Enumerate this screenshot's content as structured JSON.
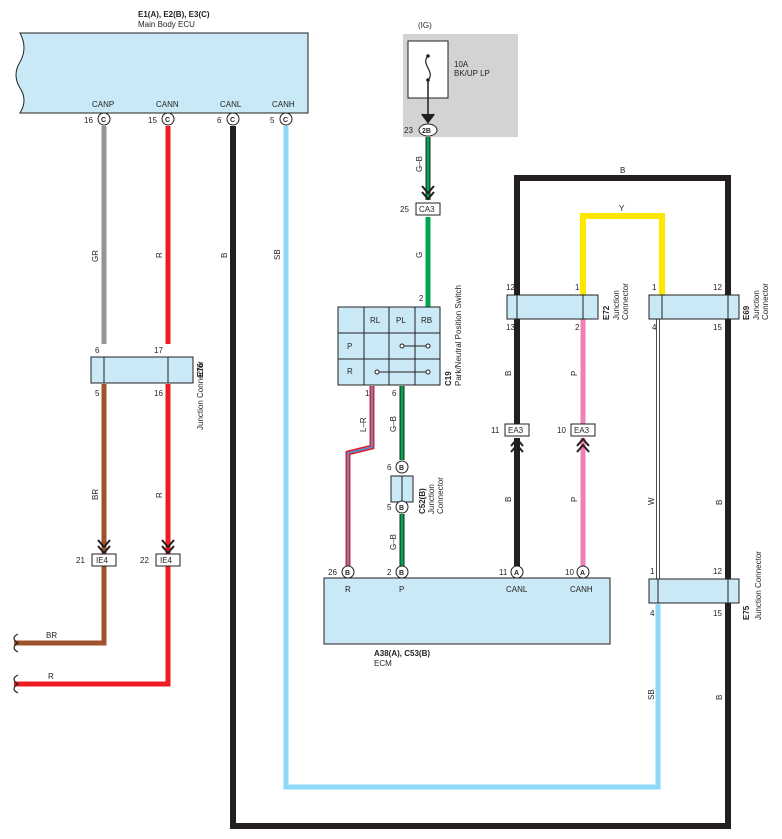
{
  "components": {
    "main_body_ecu": {
      "code": "E1(A), E2(B), E3(C)",
      "name": "Main Body ECU",
      "terminals": {
        "canp": "CANP",
        "cann": "CANN",
        "canl": "CANL",
        "canh": "CANH"
      },
      "pins": {
        "canp": "16",
        "cann": "15",
        "canl": "6",
        "canh": "5"
      },
      "connector": "C"
    },
    "ig": {
      "label": "(IG)",
      "fuse_rating": "10A",
      "fuse_name": "BK/UP LP",
      "pin": "23",
      "conn": "2B"
    },
    "ca3": {
      "name": "CA3",
      "pin": "25"
    },
    "e76": {
      "code": "E76",
      "name": "Junction Connector",
      "pins": {
        "tl": "6",
        "tr": "17",
        "bl": "5",
        "br": "16"
      }
    },
    "c19": {
      "code": "C19",
      "name": "Park/Neutral Position Switch",
      "cols": [
        "RL",
        "PL",
        "RB"
      ],
      "rows": [
        "P",
        "R"
      ],
      "pin_top": "2",
      "pin_l": "1",
      "pin_r": "6"
    },
    "c52": {
      "code": "C52(B)",
      "name1": "Junction",
      "name2": "Connector",
      "pin_top": "6",
      "pin_bot": "5",
      "conn": "B"
    },
    "ie4": {
      "name": "IE4",
      "pin_left": "21",
      "pin_right": "22"
    },
    "ecm": {
      "code": "A38(A), C53(B)",
      "name": "ECM",
      "terminals": {
        "r": "R",
        "p": "P",
        "canl": "CANL",
        "canh": "CANH"
      },
      "pins": {
        "r": "26",
        "p": "2",
        "canl": "11",
        "canh": "10"
      },
      "conns": {
        "r": "B",
        "p": "B",
        "canl": "A",
        "canh": "A"
      }
    },
    "ea3": {
      "name": "EA3",
      "pin_left": "11",
      "pin_right": "10"
    },
    "e72": {
      "code": "E72",
      "name1": "Junction",
      "name2": "Connector",
      "pins": {
        "tl": "12",
        "tr": "1",
        "bl": "13",
        "br": "2"
      }
    },
    "e69": {
      "code": "E69",
      "name1": "Junction",
      "name2": "Connector",
      "pins": {
        "tl": "1",
        "tr": "12",
        "bl": "4",
        "br": "15"
      }
    },
    "e75": {
      "code": "E75",
      "name": "Junction Connector",
      "pins": {
        "tl": "1",
        "tr": "12",
        "bl": "4",
        "br": "15"
      }
    }
  },
  "wire_labels": {
    "gr": "GR",
    "r": "R",
    "b": "B",
    "sb": "SB",
    "g_b": "G–B",
    "g": "G",
    "l_r": "L–R",
    "br": "BR",
    "p": "P",
    "y": "Y",
    "w": "W"
  },
  "colors": {
    "component_fill": "#c9e9f6",
    "gray": "#939598",
    "red": "#ed1c24",
    "black": "#231f20",
    "sky_blue": "#8ed8f8",
    "green": "#00a651",
    "brown": "#a0522d",
    "pink": "#f07fb5",
    "yellow": "#ffe600",
    "white": "#ffffff",
    "blue": "#4f8fd8",
    "ig_shade": "#d1d3d4"
  }
}
